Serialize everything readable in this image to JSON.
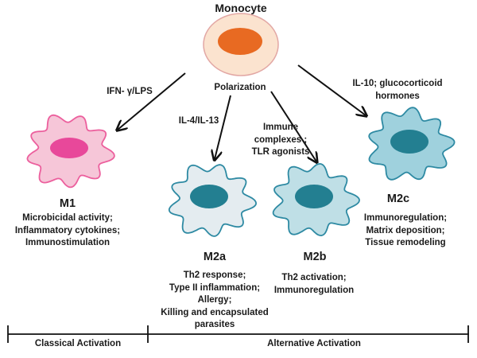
{
  "diagram": {
    "title": "Monocyte",
    "center_label": "Polarization",
    "colors": {
      "monocyte_fill": "#fbe3cf",
      "monocyte_edge": "#e2a7a4",
      "monocyte_nucleus": "#e86a22",
      "m1_fill": "#f6c6d8",
      "m1_edge": "#ec5f9d",
      "m1_nucleus": "#e8489a",
      "m2a_fill": "#e4ecf0",
      "m2b_fill": "#bfdfe6",
      "m2c_fill": "#9fd1dd",
      "m2_edge": "#2e8aa3",
      "m2_nucleus": "#237f91",
      "arrow": "#111111"
    },
    "stimuli": [
      {
        "id": "m1",
        "text": "IFN- γ/LPS"
      },
      {
        "id": "m2a",
        "text": "IL-4/IL-13"
      },
      {
        "id": "m2b",
        "lines": [
          "Immune",
          "complexes ;",
          "TLR agonists"
        ]
      },
      {
        "id": "m2c",
        "lines": [
          "IL-10; glucocorticoid",
          "hormones"
        ]
      }
    ],
    "cells": [
      {
        "id": "m1",
        "name": "M1",
        "functions": [
          "Microbicidal  activity;",
          "Inflammatory  cytokines;",
          "Immunostimulation"
        ]
      },
      {
        "id": "m2a",
        "name": "M2a",
        "functions": [
          "Th2 response;",
          "Type II inflammation;",
          "Allergy;",
          "Killing and encapsulated",
          "parasites"
        ]
      },
      {
        "id": "m2b",
        "name": "M2b",
        "functions": [
          "Th2 activation;",
          "Immunoregulation"
        ]
      },
      {
        "id": "m2c",
        "name": "M2c",
        "functions": [
          "Immunoregulation;",
          "Matrix deposition;",
          "Tissue  remodeling"
        ]
      }
    ],
    "timeline": {
      "classical": "Classical  Activation",
      "alternative": "Alternative Activation"
    }
  }
}
